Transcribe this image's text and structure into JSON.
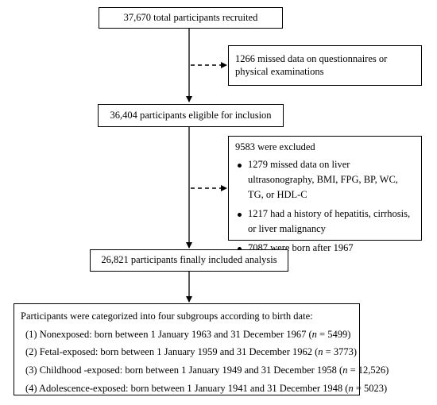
{
  "boxes": {
    "recruited": "37,670 total participants recruited",
    "missed": "1266 missed data on questionnaires or physical examinations",
    "eligible": "36,404 participants eligible for inclusion",
    "excluded": {
      "title": "9583 were excluded",
      "items": [
        "1279 missed data on liver ultrasonography, BMI, FPG, BP, WC, TG, or HDL-C",
        "1217 had a history of hepatitis, cirrhosis, or liver malignancy",
        "7087 were born after 1967"
      ]
    },
    "included": "26,821 participants finally included analysis",
    "categories": {
      "title": "Participants were categorized into four subgroups according to birth date:",
      "items": [
        {
          "text": "(1) Nonexposed: born between 1 January 1963 and 31 December 1967 (",
          "n_label": "n",
          "n_value": " = 5499)"
        },
        {
          "text": "(2) Fetal-exposed: born between 1 January 1959 and 31 December 1962 (",
          "n_label": "n",
          "n_value": " = 3773)"
        },
        {
          "text": "(3) Childhood -exposed: born between 1 January 1949 and 31 December 1958 (",
          "n_label": "n",
          "n_value": " = 12,526)"
        },
        {
          "text": "(4) Adolescence-exposed: born between 1 January 1941 and 31 December 1948 (",
          "n_label": "n",
          "n_value": " = 5023)"
        }
      ]
    }
  },
  "colors": {
    "line": "#000000",
    "background": "#ffffff"
  }
}
